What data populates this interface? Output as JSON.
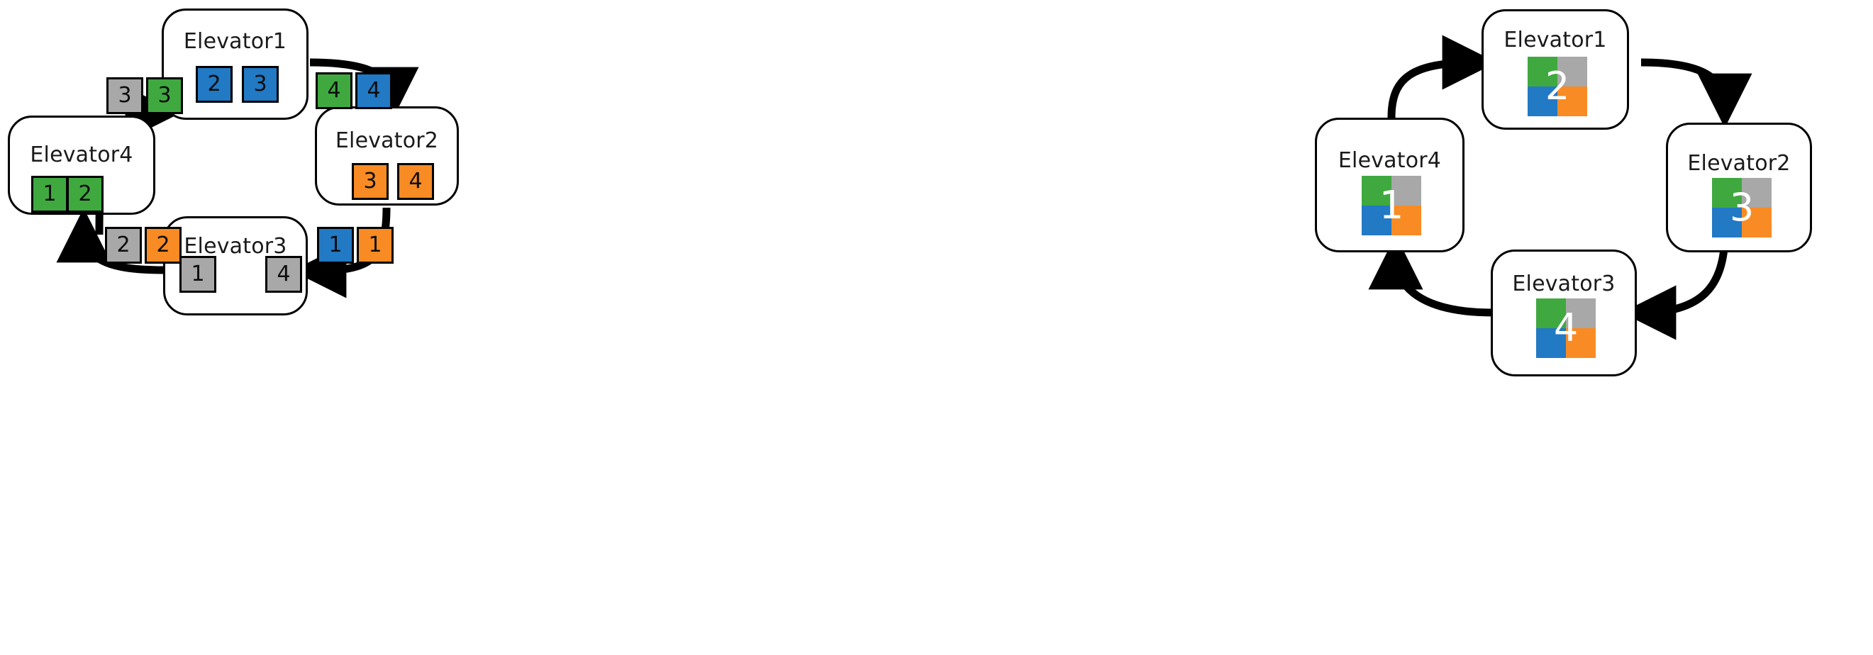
{
  "diagram_title": "Elevator ring diagram",
  "colors": {
    "blue": "#2279c4",
    "green": "#3fa93f",
    "orange": "#f88b24",
    "gray": "#a8a8a8",
    "stroke": "#000000",
    "background": "#ffffff",
    "label_text": "#ffffff"
  },
  "left_diagram": {
    "name": "chip-list-ring",
    "elevators": [
      {
        "id": "elevator1",
        "title": "Elevator1",
        "chips": [
          {
            "value": "2",
            "color": "blue"
          },
          {
            "value": "3",
            "color": "blue"
          }
        ]
      },
      {
        "id": "elevator2",
        "title": "Elevator2",
        "chips": [
          {
            "value": "3",
            "color": "orange"
          },
          {
            "value": "4",
            "color": "orange"
          }
        ]
      },
      {
        "id": "elevator3",
        "title": "Elevator3",
        "chips": [
          {
            "value": "1",
            "color": "gray"
          },
          {
            "value": "4",
            "color": "gray"
          }
        ]
      },
      {
        "id": "elevator4",
        "title": "Elevator4",
        "chips": [
          {
            "value": "1",
            "color": "green"
          },
          {
            "value": "2",
            "color": "green"
          }
        ]
      }
    ],
    "edge_labels": [
      {
        "id": "edge-4-to-1",
        "from": "elevator4",
        "to": "elevator1",
        "chips": [
          {
            "value": "3",
            "color": "gray"
          },
          {
            "value": "3",
            "color": "green"
          }
        ]
      },
      {
        "id": "edge-1-to-2",
        "from": "elevator1",
        "to": "elevator2",
        "chips": [
          {
            "value": "4",
            "color": "green"
          },
          {
            "value": "4",
            "color": "blue"
          }
        ]
      },
      {
        "id": "edge-2-to-3",
        "from": "elevator2",
        "to": "elevator3",
        "chips": [
          {
            "value": "1",
            "color": "blue"
          },
          {
            "value": "1",
            "color": "orange"
          }
        ]
      },
      {
        "id": "edge-3-to-4",
        "from": "elevator3",
        "to": "elevator4",
        "chips": [
          {
            "value": "2",
            "color": "gray"
          },
          {
            "value": "2",
            "color": "orange"
          }
        ]
      }
    ]
  },
  "right_diagram": {
    "name": "quadrant-ring",
    "quadrant_colors": {
      "top_left": "green",
      "top_right": "gray",
      "bottom_left": "blue",
      "bottom_right": "orange"
    },
    "elevators": [
      {
        "id": "elevator1",
        "title": "Elevator1",
        "label": "2"
      },
      {
        "id": "elevator2",
        "title": "Elevator2",
        "label": "3"
      },
      {
        "id": "elevator3",
        "title": "Elevator3",
        "label": "4"
      },
      {
        "id": "elevator4",
        "title": "Elevator4",
        "label": "1"
      }
    ],
    "edges": [
      {
        "id": "edge-4-to-1",
        "from": "elevator4",
        "to": "elevator1"
      },
      {
        "id": "edge-1-to-2",
        "from": "elevator1",
        "to": "elevator2"
      },
      {
        "id": "edge-2-to-3",
        "from": "elevator2",
        "to": "elevator3"
      },
      {
        "id": "edge-3-to-4",
        "from": "elevator3",
        "to": "elevator4"
      }
    ]
  }
}
